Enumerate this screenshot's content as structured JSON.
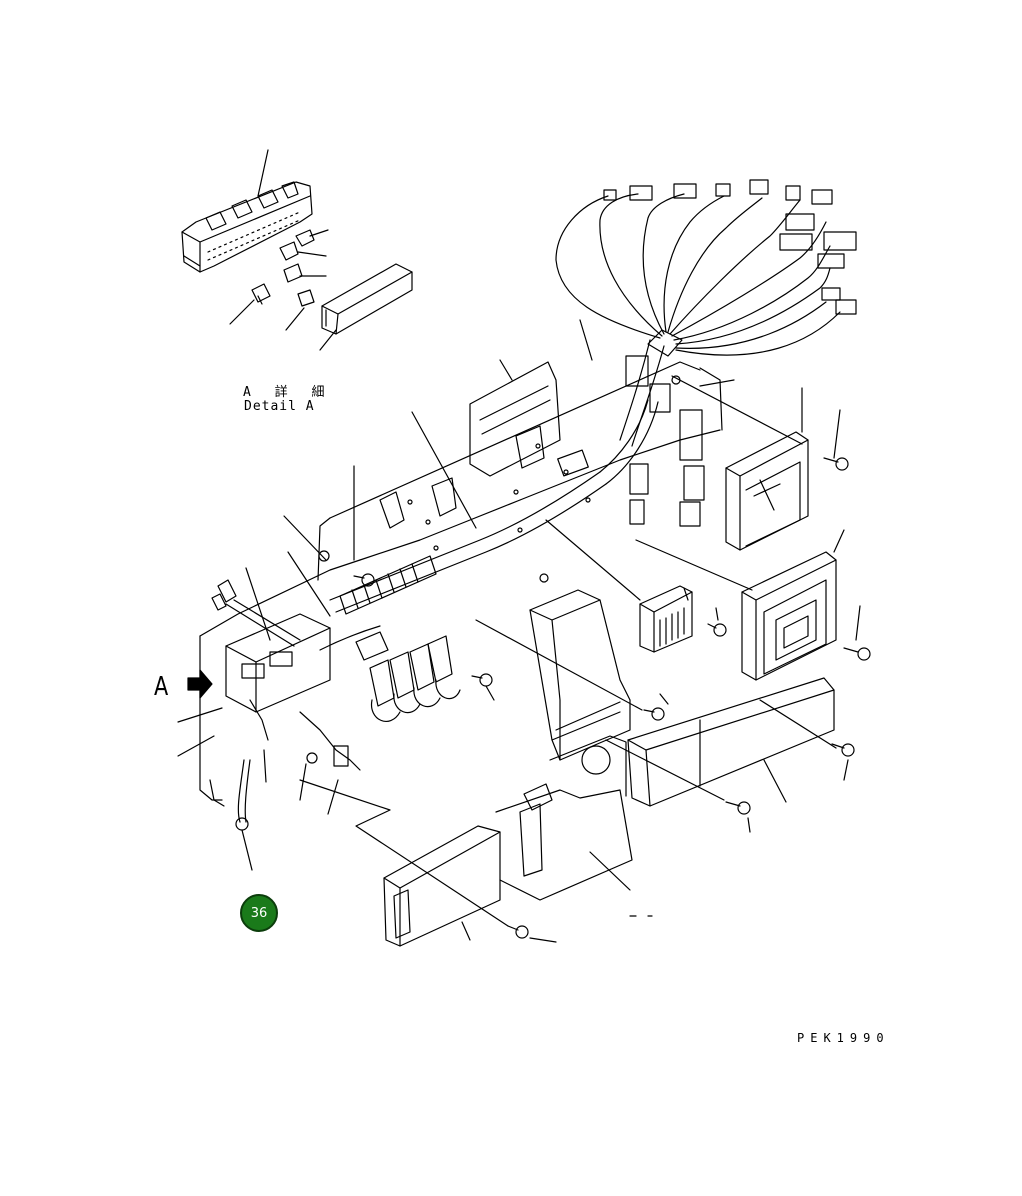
{
  "diagram": {
    "detail_label_jp": "A 詳 細",
    "detail_label_en": "Detail A",
    "view_marker": "A",
    "drawing_code": "PEK1990",
    "page_badge": "36",
    "badge_color": "#1a7a1a",
    "line_color": "#000000"
  }
}
